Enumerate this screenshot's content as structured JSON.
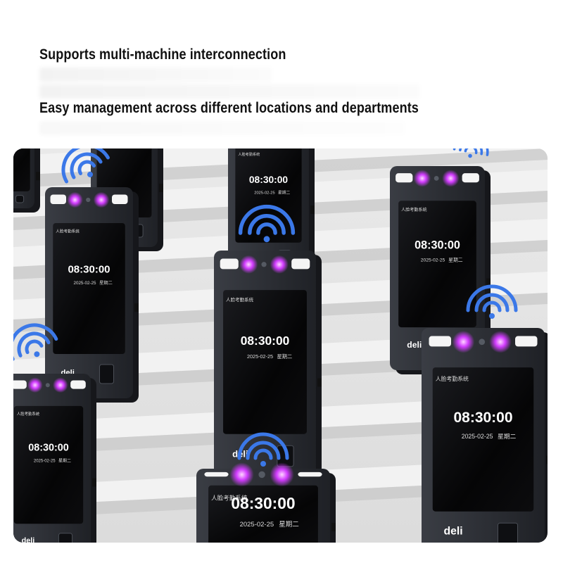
{
  "headline_1": "Supports multi-machine interconnection",
  "headline_2": "Easy management across different locations and departments",
  "device": {
    "time": "08:30:00",
    "date": "2025-02-25",
    "weekday": "星期二",
    "system_label": "人脸考勤系统",
    "brand": "deli"
  },
  "colors": {
    "device_body": "#2b2d33",
    "screen": "#050506",
    "camera_glow": "#d23cff",
    "wifi": "#3b78e8",
    "step_light": "#f2f2f2",
    "step_shadow": "#c8c8c8"
  },
  "icons": [
    "wifi-icon",
    "fingerprint-sensor-icon",
    "camera-icon",
    "deli-logo"
  ]
}
